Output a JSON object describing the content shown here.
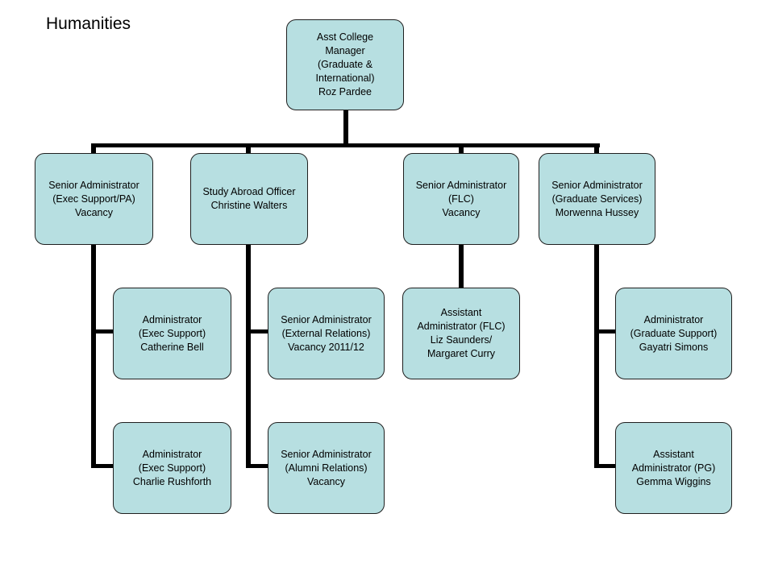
{
  "page_title": "Humanities",
  "nodes": {
    "root": [
      "Asst College",
      "Manager",
      "(Graduate &",
      "International)",
      "Roz Pardee"
    ],
    "senior_admin_exec": [
      "Senior Administrator",
      "(Exec Support/PA)",
      "Vacancy"
    ],
    "study_abroad": [
      "Study Abroad Officer",
      "Christine Walters"
    ],
    "senior_admin_flc": [
      "Senior Administrator",
      "(FLC)",
      "Vacancy"
    ],
    "senior_admin_grad": [
      "Senior Administrator",
      "(Graduate Services)",
      "Morwenna Hussey"
    ],
    "admin_exec_bell": [
      "Administrator",
      "(Exec Support)",
      "Catherine Bell"
    ],
    "admin_exec_rushforth": [
      "Administrator",
      "(Exec Support)",
      "Charlie Rushforth"
    ],
    "senior_admin_external": [
      "Senior Administrator",
      "(External Relations)",
      "Vacancy 2011/12"
    ],
    "senior_admin_alumni": [
      "Senior Administrator",
      "(Alumni Relations)",
      "Vacancy"
    ],
    "assistant_admin_flc": [
      "Assistant",
      "Administrator (FLC)",
      "Liz Saunders/",
      "Margaret Curry"
    ],
    "admin_grad_support": [
      "Administrator",
      "(Graduate Support)",
      "Gayatri Simons"
    ],
    "assistant_admin_pg": [
      "Assistant",
      "Administrator (PG)",
      "Gemma Wiggins"
    ]
  }
}
